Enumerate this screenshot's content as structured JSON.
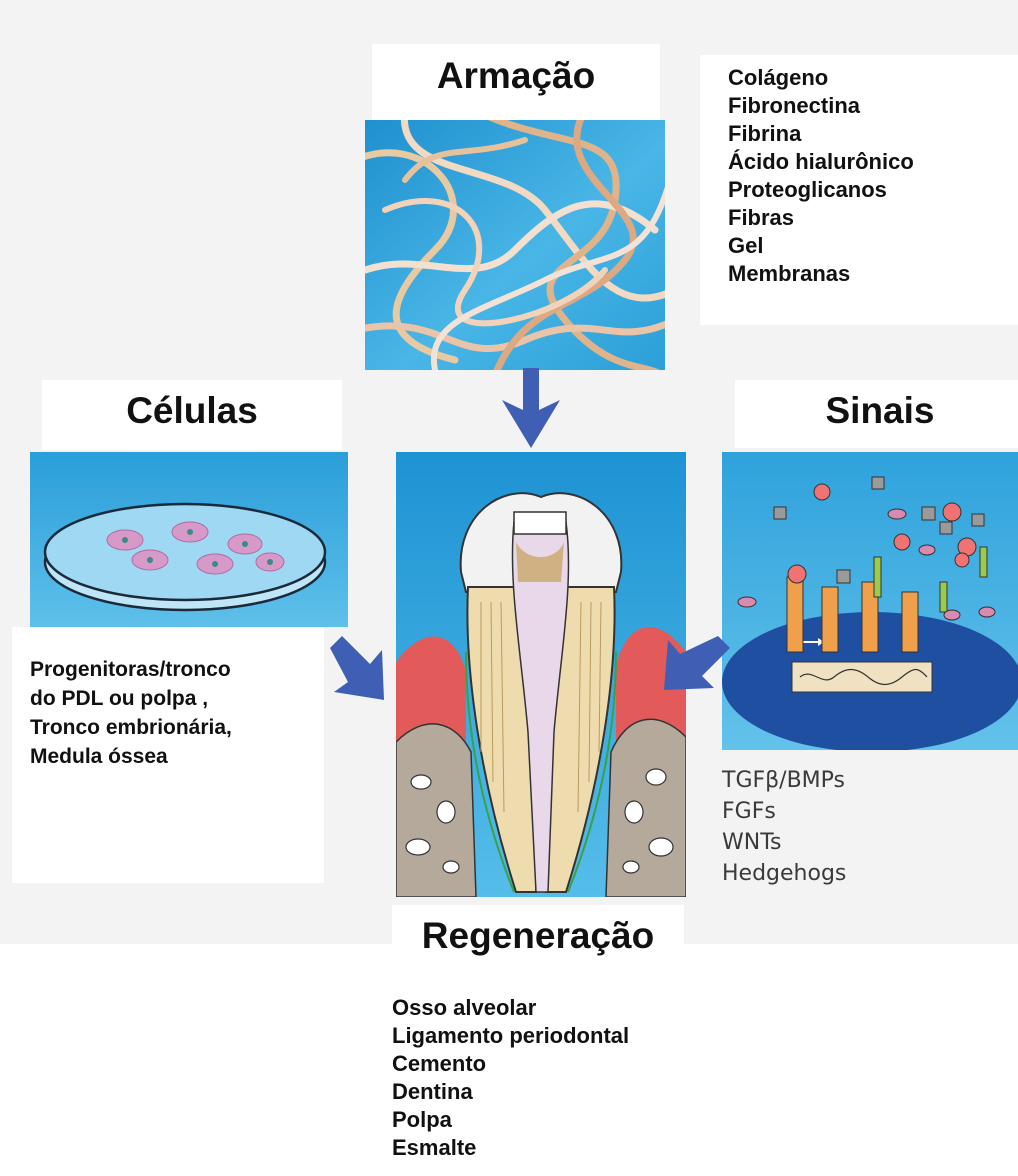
{
  "scaffold": {
    "title": "Armação",
    "items": [
      "Colágeno",
      "Fibronectina",
      "Fibrina",
      "Ácido hialurônico",
      "Proteoglicanos",
      "Fibras",
      "Gel",
      "Membranas"
    ]
  },
  "cells": {
    "title": "Células",
    "lines": [
      "Progenitoras/tronco",
      "do PDL ou polpa ,",
      "Tronco embrionária,",
      "Medula óssea"
    ]
  },
  "signals": {
    "title": "Sinais",
    "items": [
      "TGFβ/BMPs",
      "FGFs",
      "WNTs",
      "Hedgehogs"
    ]
  },
  "regeneration": {
    "title": "Regeneração",
    "items": [
      "Osso alveolar",
      "Ligamento periodontal",
      "Cemento",
      "Dentina",
      "Polpa",
      "Esmalte"
    ]
  },
  "colors": {
    "panel_blue": "#34a9dc",
    "arrow_blue": "#3f5fb4",
    "background_gray": "#f3f3f3"
  }
}
